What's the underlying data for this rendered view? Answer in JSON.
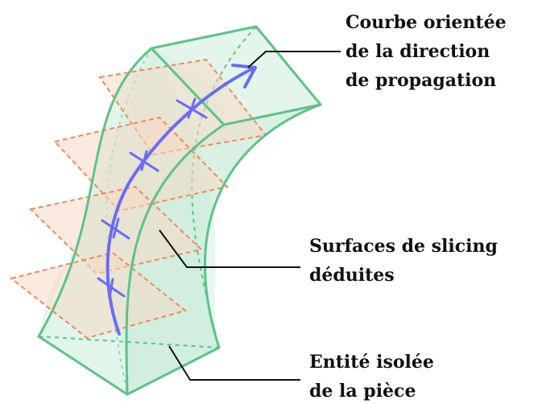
{
  "labels": {
    "curve": {
      "line1": "Courbe orientée",
      "line2": "de la direction",
      "line3": "de propagation"
    },
    "surfaces": {
      "line1": "Surfaces de slicing",
      "line2": "déduites"
    },
    "entity": {
      "line1": "Entité isolée",
      "line2": "de la pièce"
    }
  },
  "colors": {
    "solid_fill": "#cdeedd",
    "solid_edge": "#5cc389",
    "slice_fill": "#f6d9c5",
    "slice_edge": "#ee8a5c",
    "curve": "#6b6cf2",
    "leader": "#111111",
    "text": "#111111"
  }
}
